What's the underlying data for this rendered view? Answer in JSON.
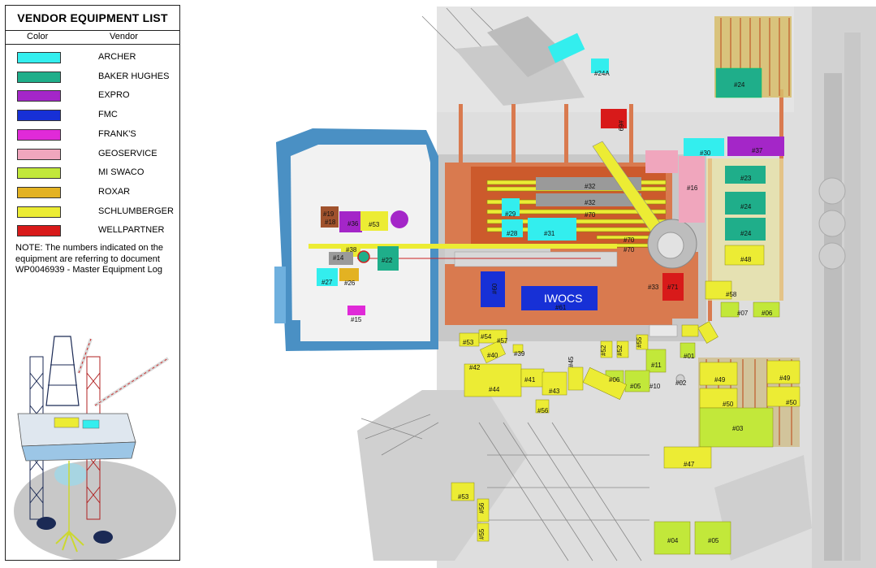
{
  "legend": {
    "title": "VENDOR EQUIPMENT LIST",
    "col_color": "Color",
    "col_vendor": "Vendor",
    "vendors": [
      {
        "name": "ARCHER",
        "color": "#33eeee"
      },
      {
        "name": "BAKER HUGHES",
        "color": "#1fae8a"
      },
      {
        "name": "EXPRO",
        "color": "#a426c8"
      },
      {
        "name": "FMC",
        "color": "#1730d6"
      },
      {
        "name": "FRANK'S",
        "color": "#e02ad8"
      },
      {
        "name": "GEOSERVICE",
        "color": "#f0a6bd"
      },
      {
        "name": "MI SWACO",
        "color": "#c2e83a"
      },
      {
        "name": "ROXAR",
        "color": "#e3b222"
      },
      {
        "name": "SCHLUMBERGER",
        "color": "#ecec34"
      },
      {
        "name": "WELLPARTNER",
        "color": "#d81a1a"
      }
    ],
    "note": "NOTE: The numbers indicated on the equipment are referring to document WP0046939 - Master Equipment Log"
  },
  "plan": {
    "tags": {
      "t24a": "#24",
      "t24b": "#24",
      "t24c": "#24",
      "t24d": "#24A",
      "t37": "#37",
      "t30": "#30",
      "t23": "#23",
      "t16": "#16",
      "t48": "#48",
      "t58": "#58",
      "t07": "#07",
      "t06": "#06",
      "t01": "#01",
      "t02": "#02",
      "t11": "#11",
      "t10": "#10",
      "t05": "#05",
      "t06b": "#06",
      "t49a": "#49",
      "t49b": "#49",
      "t50a": "#50",
      "t50b": "#50",
      "t03": "#03",
      "t47": "#47",
      "t04": "#04",
      "t05b": "#05",
      "t53a": "#53",
      "t53b": "#53",
      "t53c": "#53",
      "t55": "#55",
      "t56": "#56",
      "t56b": "#56",
      "t57": "#57",
      "t54": "#54",
      "t40": "#40",
      "t39": "#39",
      "t42": "#42",
      "t44": "#44",
      "t41": "#41",
      "t43": "#43",
      "t45": "#45",
      "t32a": "#32",
      "t32b": "#32",
      "t70a": "#70",
      "t70b": "#70",
      "t70c": "#70",
      "t29": "#29",
      "t28": "#28",
      "t31": "#31",
      "t60": "#60",
      "t61": "#61",
      "t71": "#71",
      "t33": "#33",
      "t19": "#19",
      "t18": "#18",
      "t36": "#36",
      "t38": "#38",
      "t14": "#14",
      "t22": "#22",
      "t27": "#27",
      "t26": "#26",
      "t15": "#15",
      "t69": "#69",
      "t52a": "#52",
      "t52b": "#52",
      "t55b": "#55"
    },
    "iwocs": "IWOCS"
  }
}
